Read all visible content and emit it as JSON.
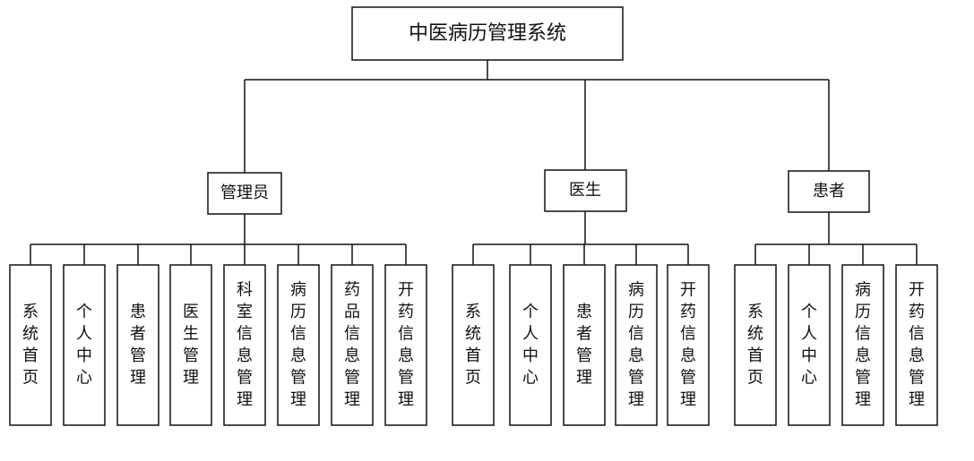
{
  "root": {
    "label": "中医病历管理系统"
  },
  "roles": [
    {
      "label": "管理员",
      "modules": [
        "系统首页",
        "个人中心",
        "患者管理",
        "医生管理",
        "科室信息管理",
        "病历信息管理",
        "药品信息管理",
        "开药信息管理"
      ]
    },
    {
      "label": "医生",
      "modules": [
        "系统首页",
        "个人中心",
        "患者管理",
        "病历信息管理",
        "开药信息管理"
      ]
    },
    {
      "label": "患者",
      "modules": [
        "系统首页",
        "个人中心",
        "病历信息管理",
        "开药信息管理"
      ]
    }
  ]
}
